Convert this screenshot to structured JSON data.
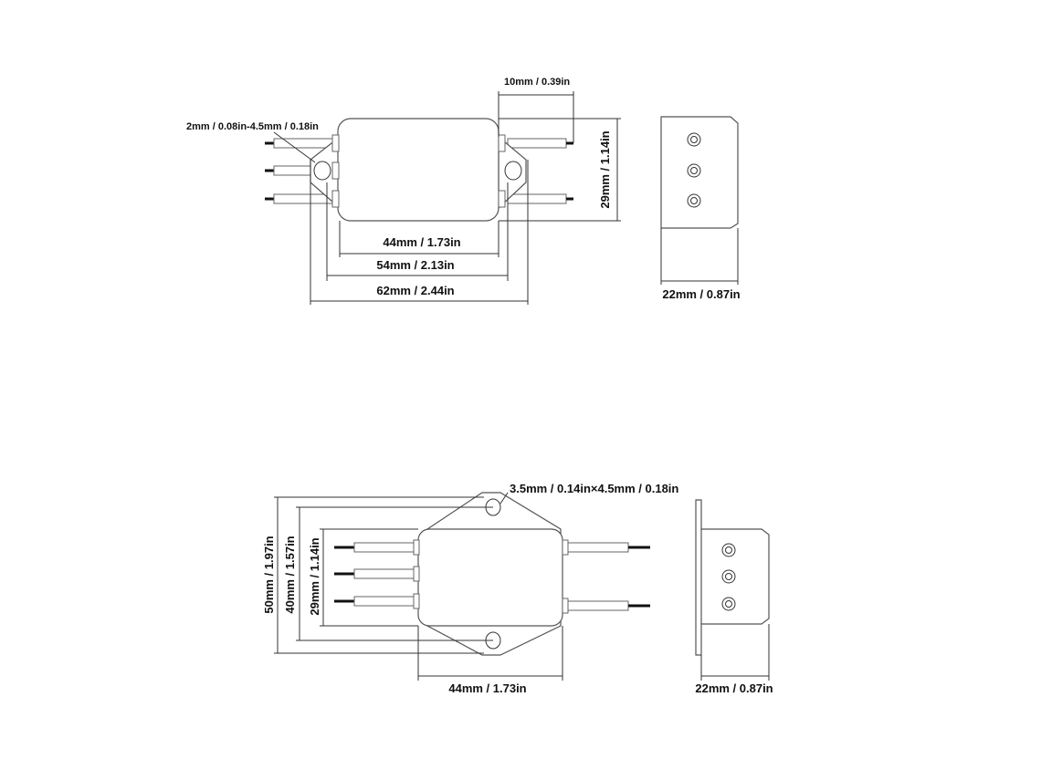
{
  "top_view": {
    "hole_label": "2mm / 0.08in-4.5mm / 0.18in",
    "lead_label": "10mm / 0.39in",
    "height_label": "29mm / 1.14in",
    "width_44": "44mm / 1.73in",
    "width_54": "54mm / 2.13in",
    "width_62": "62mm / 2.44in",
    "side_width": "22mm / 0.87in"
  },
  "bottom_view": {
    "hole_label": "3.5mm / 0.14in×4.5mm / 0.18in",
    "height_50": "50mm / 1.97in",
    "height_40": "40mm / 1.57in",
    "height_29": "29mm / 1.14in",
    "width_44": "44mm / 1.73in",
    "side_width": "22mm / 0.87in"
  }
}
